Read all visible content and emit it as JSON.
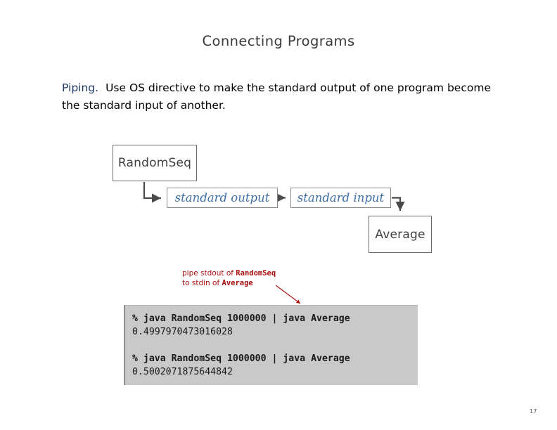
{
  "slide": {
    "title": "Connecting Programs",
    "page_number": "17"
  },
  "body": {
    "keyword": "Piping.",
    "text": "Use OS directive to make the standard output of one program become the standard input of another."
  },
  "diagram": {
    "boxes": [
      {
        "id": "randomseq",
        "label": "RandomSeq",
        "kind": "program"
      },
      {
        "id": "stdout",
        "label": "standard output",
        "kind": "stream"
      },
      {
        "id": "stdin",
        "label": "standard input",
        "kind": "stream"
      },
      {
        "id": "average",
        "label": "Average",
        "kind": "program"
      }
    ],
    "connector_color": "#4a4a4a",
    "program_text_color": "#3f3f3f",
    "stream_text_color": "#3d6fa5"
  },
  "annotation": {
    "line1_prefix": "pipe stdout of ",
    "line1_bold": "RandomSeq",
    "line2_prefix": "to stdin of ",
    "line2_bold": "Average",
    "color": "#A81010"
  },
  "terminal": {
    "background": "#c9c9c9",
    "lines": [
      {
        "type": "command",
        "text": "% java RandomSeq 1000000 | java Average"
      },
      {
        "type": "output",
        "text": "0.4997970473016028"
      },
      {
        "type": "blank",
        "text": ""
      },
      {
        "type": "command",
        "text": "% java RandomSeq 1000000 | java Average"
      },
      {
        "type": "output",
        "text": "0.5002071875644842"
      }
    ]
  }
}
